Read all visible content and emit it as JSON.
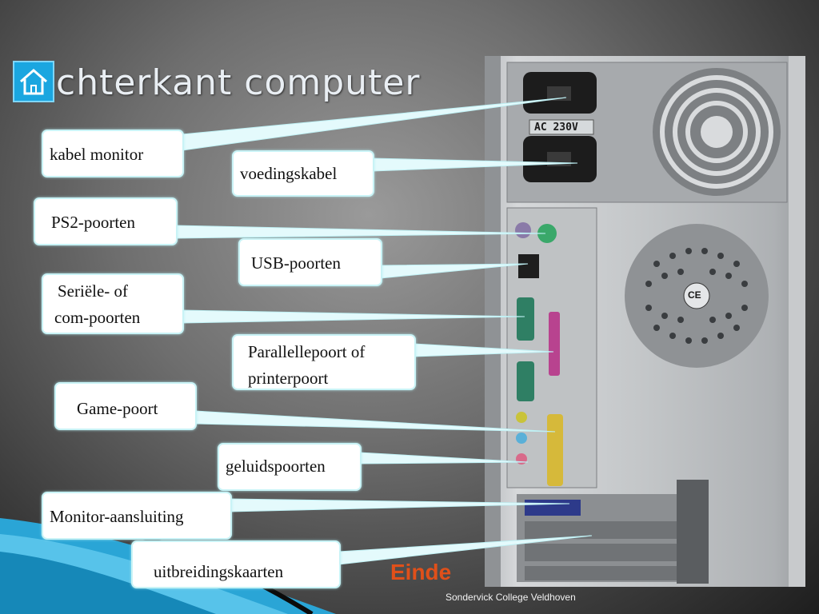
{
  "slide": {
    "title": "chterkant computer",
    "home_icon": "home-icon",
    "einde_label": "Einde",
    "footer": "Sondervick College Veldhoven"
  },
  "photo": {
    "voltage_label": "AC 230V",
    "ce_mark": "CE"
  },
  "callouts": {
    "kabel_monitor": "kabel monitor",
    "voedingskabel": "voedingskabel",
    "ps2": "PS2-poorten",
    "usb": "USB-poorten",
    "serial_1": "Seriële- of",
    "serial_2": "com-poorten",
    "parallel_1": "Parallellepoort of",
    "parallel_2": "printerpoort",
    "game": "Game-poort",
    "geluid": "geluidspoorten",
    "monitor": "Monitor-aansluiting",
    "uitbreiding": "uitbreidingskaarten"
  },
  "colors": {
    "callout_line": "#dff7fa",
    "accent_blue": "#1aa6e0",
    "einde": "#e0501a"
  }
}
